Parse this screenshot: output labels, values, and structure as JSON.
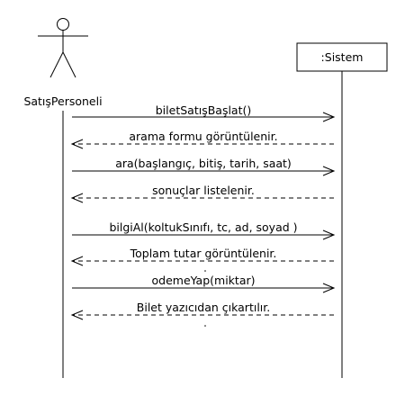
{
  "actor": {
    "name": "SatışPersoneli"
  },
  "system": {
    "name": ":Sistem"
  },
  "messages": [
    {
      "label": "biletSatışBaşlat()",
      "kind": "call",
      "direction": "to-system"
    },
    {
      "label": "arama formu görüntülenir.",
      "kind": "return",
      "direction": "to-actor"
    },
    {
      "label": "ara(başlangıç, bitiş, tarih, saat)",
      "kind": "call",
      "direction": "to-system"
    },
    {
      "label": "sonuçlar listelenir.",
      "kind": "return",
      "direction": "to-actor"
    },
    {
      "label": "bilgiAl(koltukSınıfı, tc, ad, soyad )",
      "kind": "call",
      "direction": "to-system"
    },
    {
      "label": "Toplam tutar görüntülenir.",
      "kind": "return",
      "direction": "to-actor"
    },
    {
      "label": "odemeYap(miktar)",
      "kind": "call",
      "direction": "to-system"
    },
    {
      "label": "Bilet yazıcıdan çıkartılır.",
      "kind": "return",
      "direction": "to-actor"
    }
  ]
}
